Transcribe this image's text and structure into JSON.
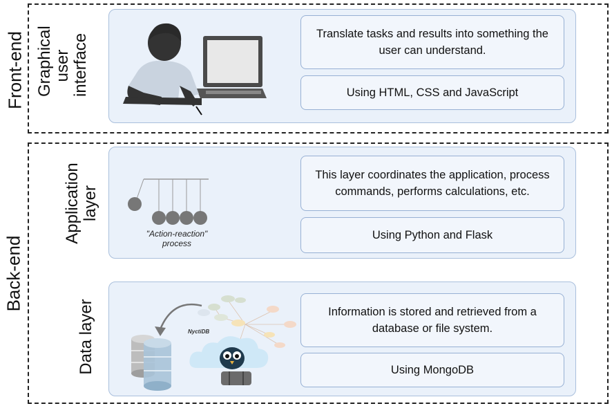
{
  "sections": {
    "frontend": "Front-end",
    "backend": "Back-end"
  },
  "layers": {
    "gui": {
      "label_lines": [
        "Graphical",
        "user",
        "interface"
      ],
      "description": "Translate tasks and  results into something the user can understand.",
      "technology": "Using HTML, CSS and JavaScript"
    },
    "application": {
      "label_lines": [
        "Application",
        "layer"
      ],
      "description": "This layer coordinates the application, process commands, performs calculations, etc.",
      "technology": "Using Python and Flask",
      "illustration_caption_lines": [
        "\"Action-reaction\"",
        "process"
      ]
    },
    "data": {
      "label_lines": [
        "Data layer"
      ],
      "description": "Information is stored and retrieved from a database or file system.",
      "technology": "Using MongoDB",
      "illustration_label": "NyctiDB"
    }
  },
  "colors": {
    "panel": "#eaf1fa",
    "box_border": "#97b0d4",
    "silhouette": "#3a3a3a",
    "cloud": "#cfe8f7"
  }
}
